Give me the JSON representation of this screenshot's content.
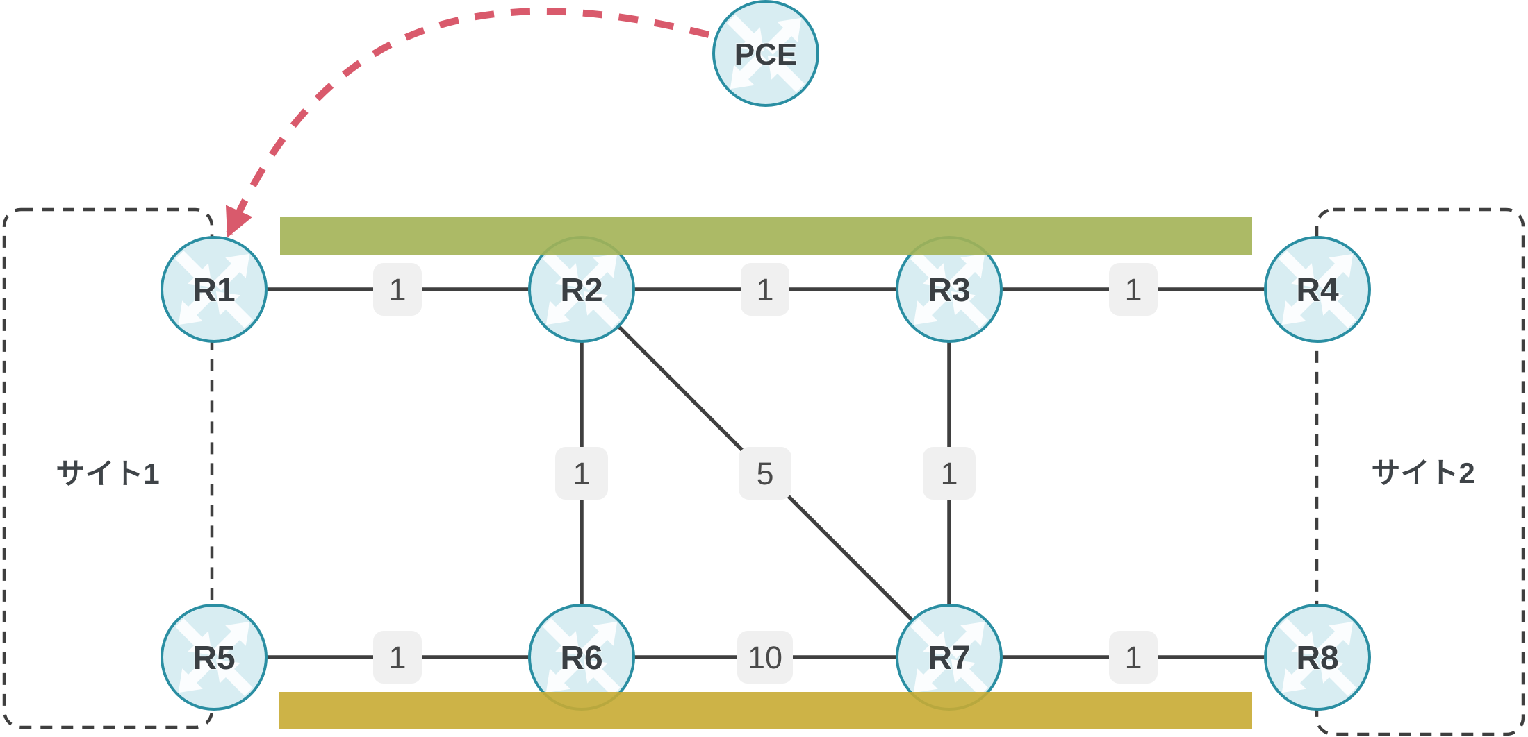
{
  "diagram": {
    "nodes": [
      {
        "id": "PCE",
        "label": "PCE"
      },
      {
        "id": "R1",
        "label": "R1"
      },
      {
        "id": "R2",
        "label": "R2"
      },
      {
        "id": "R3",
        "label": "R3"
      },
      {
        "id": "R4",
        "label": "R4"
      },
      {
        "id": "R5",
        "label": "R5"
      },
      {
        "id": "R6",
        "label": "R6"
      },
      {
        "id": "R7",
        "label": "R7"
      },
      {
        "id": "R8",
        "label": "R8"
      }
    ],
    "links": [
      {
        "from": "R1",
        "to": "R2",
        "cost": "1"
      },
      {
        "from": "R2",
        "to": "R3",
        "cost": "1"
      },
      {
        "from": "R3",
        "to": "R4",
        "cost": "1"
      },
      {
        "from": "R5",
        "to": "R6",
        "cost": "1"
      },
      {
        "from": "R6",
        "to": "R7",
        "cost": "10"
      },
      {
        "from": "R7",
        "to": "R8",
        "cost": "1"
      },
      {
        "from": "R2",
        "to": "R6",
        "cost": "1"
      },
      {
        "from": "R3",
        "to": "R7",
        "cost": "1"
      },
      {
        "from": "R2",
        "to": "R7",
        "cost": "5"
      }
    ],
    "sites": [
      {
        "label": "サイト1"
      },
      {
        "label": "サイト2"
      }
    ],
    "pce_arrow": {
      "from": "PCE",
      "to": "R1",
      "style": "dashed"
    },
    "colors": {
      "node_fill": "#d8edf2",
      "node_border": "#2a8ea2",
      "node_label": "#3a3f43",
      "link": "#3f3f3f",
      "cost_badge_bg": "#f0f0f0",
      "cost_text": "#4a4a4a",
      "bar_top": "#a3b255",
      "bar_bottom": "#c8ab33",
      "site_border": "#3f3f3f",
      "pce_arrow": "#d95a6c"
    }
  }
}
